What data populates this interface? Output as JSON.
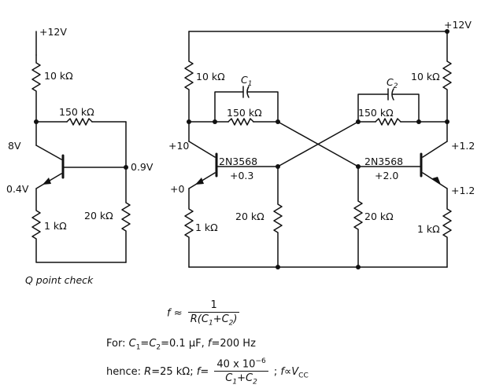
{
  "qcheck": {
    "supply": "+12V",
    "r_collector": "10 kΩ",
    "r_feedback": "150 kΩ",
    "v_collector": "8V",
    "v_base": "0.9V",
    "v_emitter": "0.4V",
    "r_emitter": "1 kΩ",
    "r_base": "20 kΩ",
    "caption": "Q point check"
  },
  "multivib": {
    "supply": "+12V",
    "left": {
      "r_collector": "10 kΩ",
      "cap": "C",
      "cap_sub": "1",
      "r_feedback": "150 kΩ",
      "v_collector": "+10",
      "transistor": "2N3568",
      "v_base": "+0.3",
      "v_emitter": "+0",
      "r_emitter": "1 kΩ",
      "r_base": "20 kΩ"
    },
    "right": {
      "r_collector": "10 kΩ",
      "cap": "C",
      "cap_sub": "2",
      "r_feedback": "150 kΩ",
      "v_collector": "+1.2",
      "transistor": "2N3568",
      "v_base": "+2.0",
      "v_emitter": "+1.2",
      "r_emitter": "1 kΩ",
      "r_base": "20 kΩ"
    }
  },
  "formulas": {
    "f": "f",
    "approx": "≈",
    "num1": "1",
    "den1_pre": "R(C",
    "den1_s1": "1",
    "den1_mid": "+C",
    "den1_s2": "2",
    "den1_post": ")",
    "for_label": "For:",
    "for_c": "C",
    "for_s1": "1",
    "for_eq": "=C",
    "for_s2": "2",
    "for_val": "=0.1 μF,",
    "for_f": "f",
    "for_fval": "=200 Hz",
    "hence_label": "hence:",
    "hence_r": "R",
    "hence_rval": "=25 kΩ;",
    "hence_f": "f",
    "hence_eq": "=",
    "num2_pre": "40 x 10",
    "num2_exp": "−6",
    "den2_c": "C",
    "den2_s1": "1",
    "den2_mid": "+C",
    "den2_s2": "2",
    "sep": ";",
    "prop_f": "f",
    "prop_sym": "∝",
    "prop_v": "V",
    "prop_sub": "CC"
  }
}
